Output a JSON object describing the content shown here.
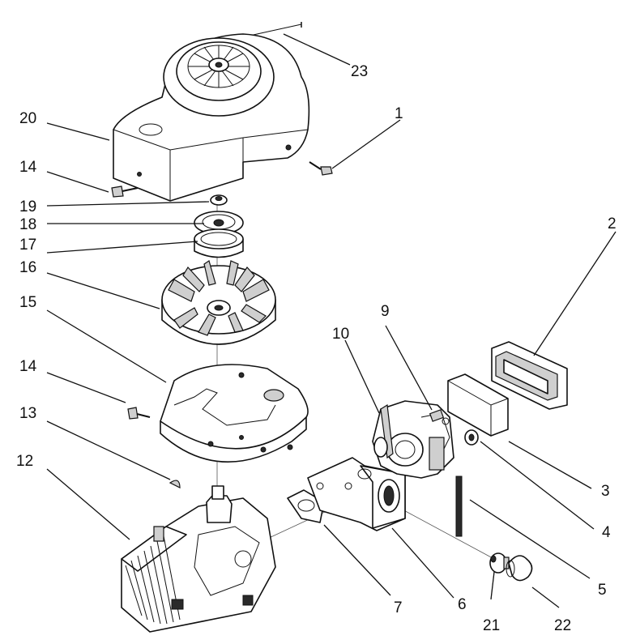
{
  "callouts": [
    {
      "id": "1",
      "label": "1"
    },
    {
      "id": "2",
      "label": "2"
    },
    {
      "id": "3",
      "label": "3"
    },
    {
      "id": "4",
      "label": "4"
    },
    {
      "id": "5",
      "label": "5"
    },
    {
      "id": "6",
      "label": "6"
    },
    {
      "id": "7",
      "label": "7"
    },
    {
      "id": "9",
      "label": "9"
    },
    {
      "id": "10",
      "label": "10"
    },
    {
      "id": "12",
      "label": "12"
    },
    {
      "id": "13",
      "label": "13"
    },
    {
      "id": "14a",
      "label": "14"
    },
    {
      "id": "14b",
      "label": "14"
    },
    {
      "id": "15",
      "label": "15"
    },
    {
      "id": "16",
      "label": "16"
    },
    {
      "id": "17",
      "label": "17"
    },
    {
      "id": "18",
      "label": "18"
    },
    {
      "id": "19",
      "label": "19"
    },
    {
      "id": "20",
      "label": "20"
    },
    {
      "id": "21",
      "label": "21"
    },
    {
      "id": "22",
      "label": "22"
    },
    {
      "id": "23",
      "label": "23"
    }
  ]
}
